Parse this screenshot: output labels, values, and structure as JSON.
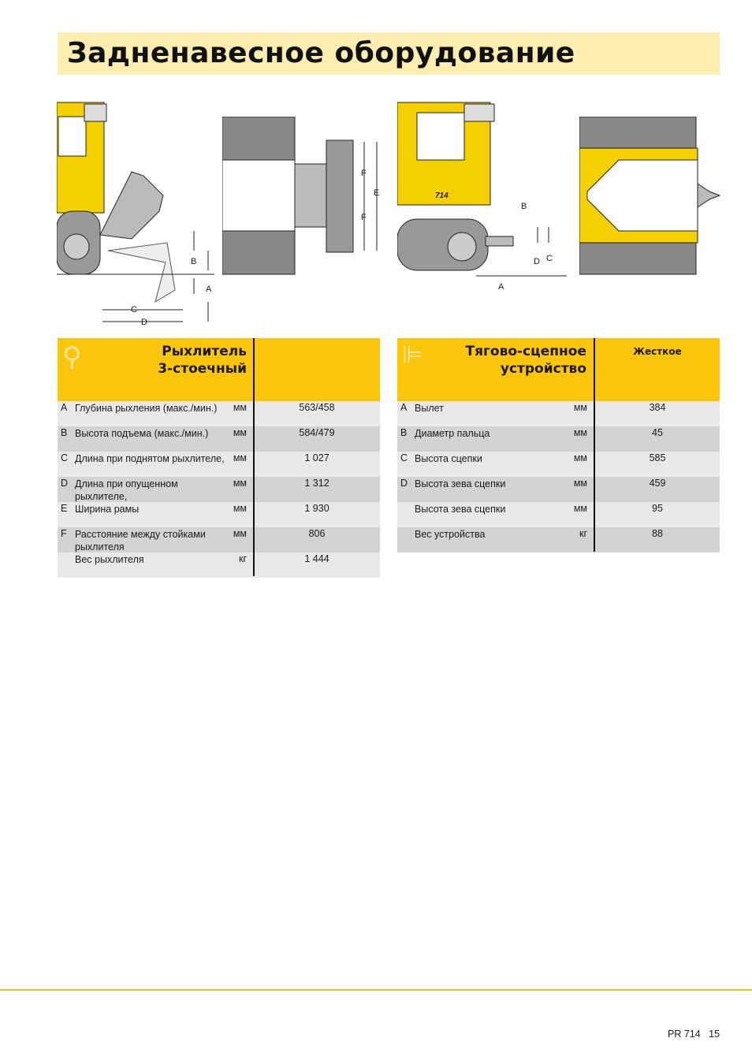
{
  "title": "Задненавесное оборудование",
  "figures": {
    "ripper_side": {
      "labels": [
        "B",
        "A",
        "C",
        "D"
      ]
    },
    "ripper_top": {
      "labels": [
        "F",
        "E",
        "F"
      ]
    },
    "hitch_side": {
      "labels": [
        "B",
        "D",
        "C",
        "A"
      ]
    },
    "machine_model": "714"
  },
  "ripper_table": {
    "title_line1": "Рыхлитель",
    "title_line2": "3-стоечный",
    "value_header": "",
    "rows": [
      {
        "letter": "A",
        "name": "Глубина рыхления (макс./мин.)",
        "unit": "мм",
        "value": "563/458"
      },
      {
        "letter": "B",
        "name": "Высота подъема    (макс./мин.)",
        "unit": "мм",
        "value": "584/479"
      },
      {
        "letter": "C",
        "name": "Длина при поднятом рыхлителе,",
        "unit": "мм",
        "value": "1 027"
      },
      {
        "letter": "D",
        "name": "Длина при опущенном рыхлителе,",
        "unit": "мм",
        "value": "1 312"
      },
      {
        "letter": "E",
        "name": "Ширина рамы",
        "unit": "мм",
        "value": "1 930"
      },
      {
        "letter": "F",
        "name": "Расстояние между стойками рыхлителя",
        "unit": "мм",
        "value": "806"
      },
      {
        "letter": "",
        "name": "Вес рыхлителя",
        "unit": "кг",
        "value": "1 444"
      }
    ]
  },
  "hitch_table": {
    "title_line1": "Тягово-сцепное",
    "title_line2": "устройство",
    "value_header": "Жесткое",
    "rows": [
      {
        "letter": "A",
        "name": "Вылет",
        "unit": "мм",
        "value": "384"
      },
      {
        "letter": "B",
        "name": "Диаметр пальца",
        "unit": "мм",
        "value": "45"
      },
      {
        "letter": "C",
        "name": "Высота сцепки",
        "unit": "мм",
        "value": "585"
      },
      {
        "letter": "D",
        "name": "Высота зева сцепки",
        "unit": "мм",
        "value": "459"
      },
      {
        "letter": "",
        "name": "Высота зева сцепки",
        "unit": "мм",
        "value": "95"
      },
      {
        "letter": "",
        "name": "Вес устройства",
        "unit": "кг",
        "value": "88"
      }
    ]
  },
  "footer": {
    "doc": "PR 714",
    "page": "15"
  }
}
